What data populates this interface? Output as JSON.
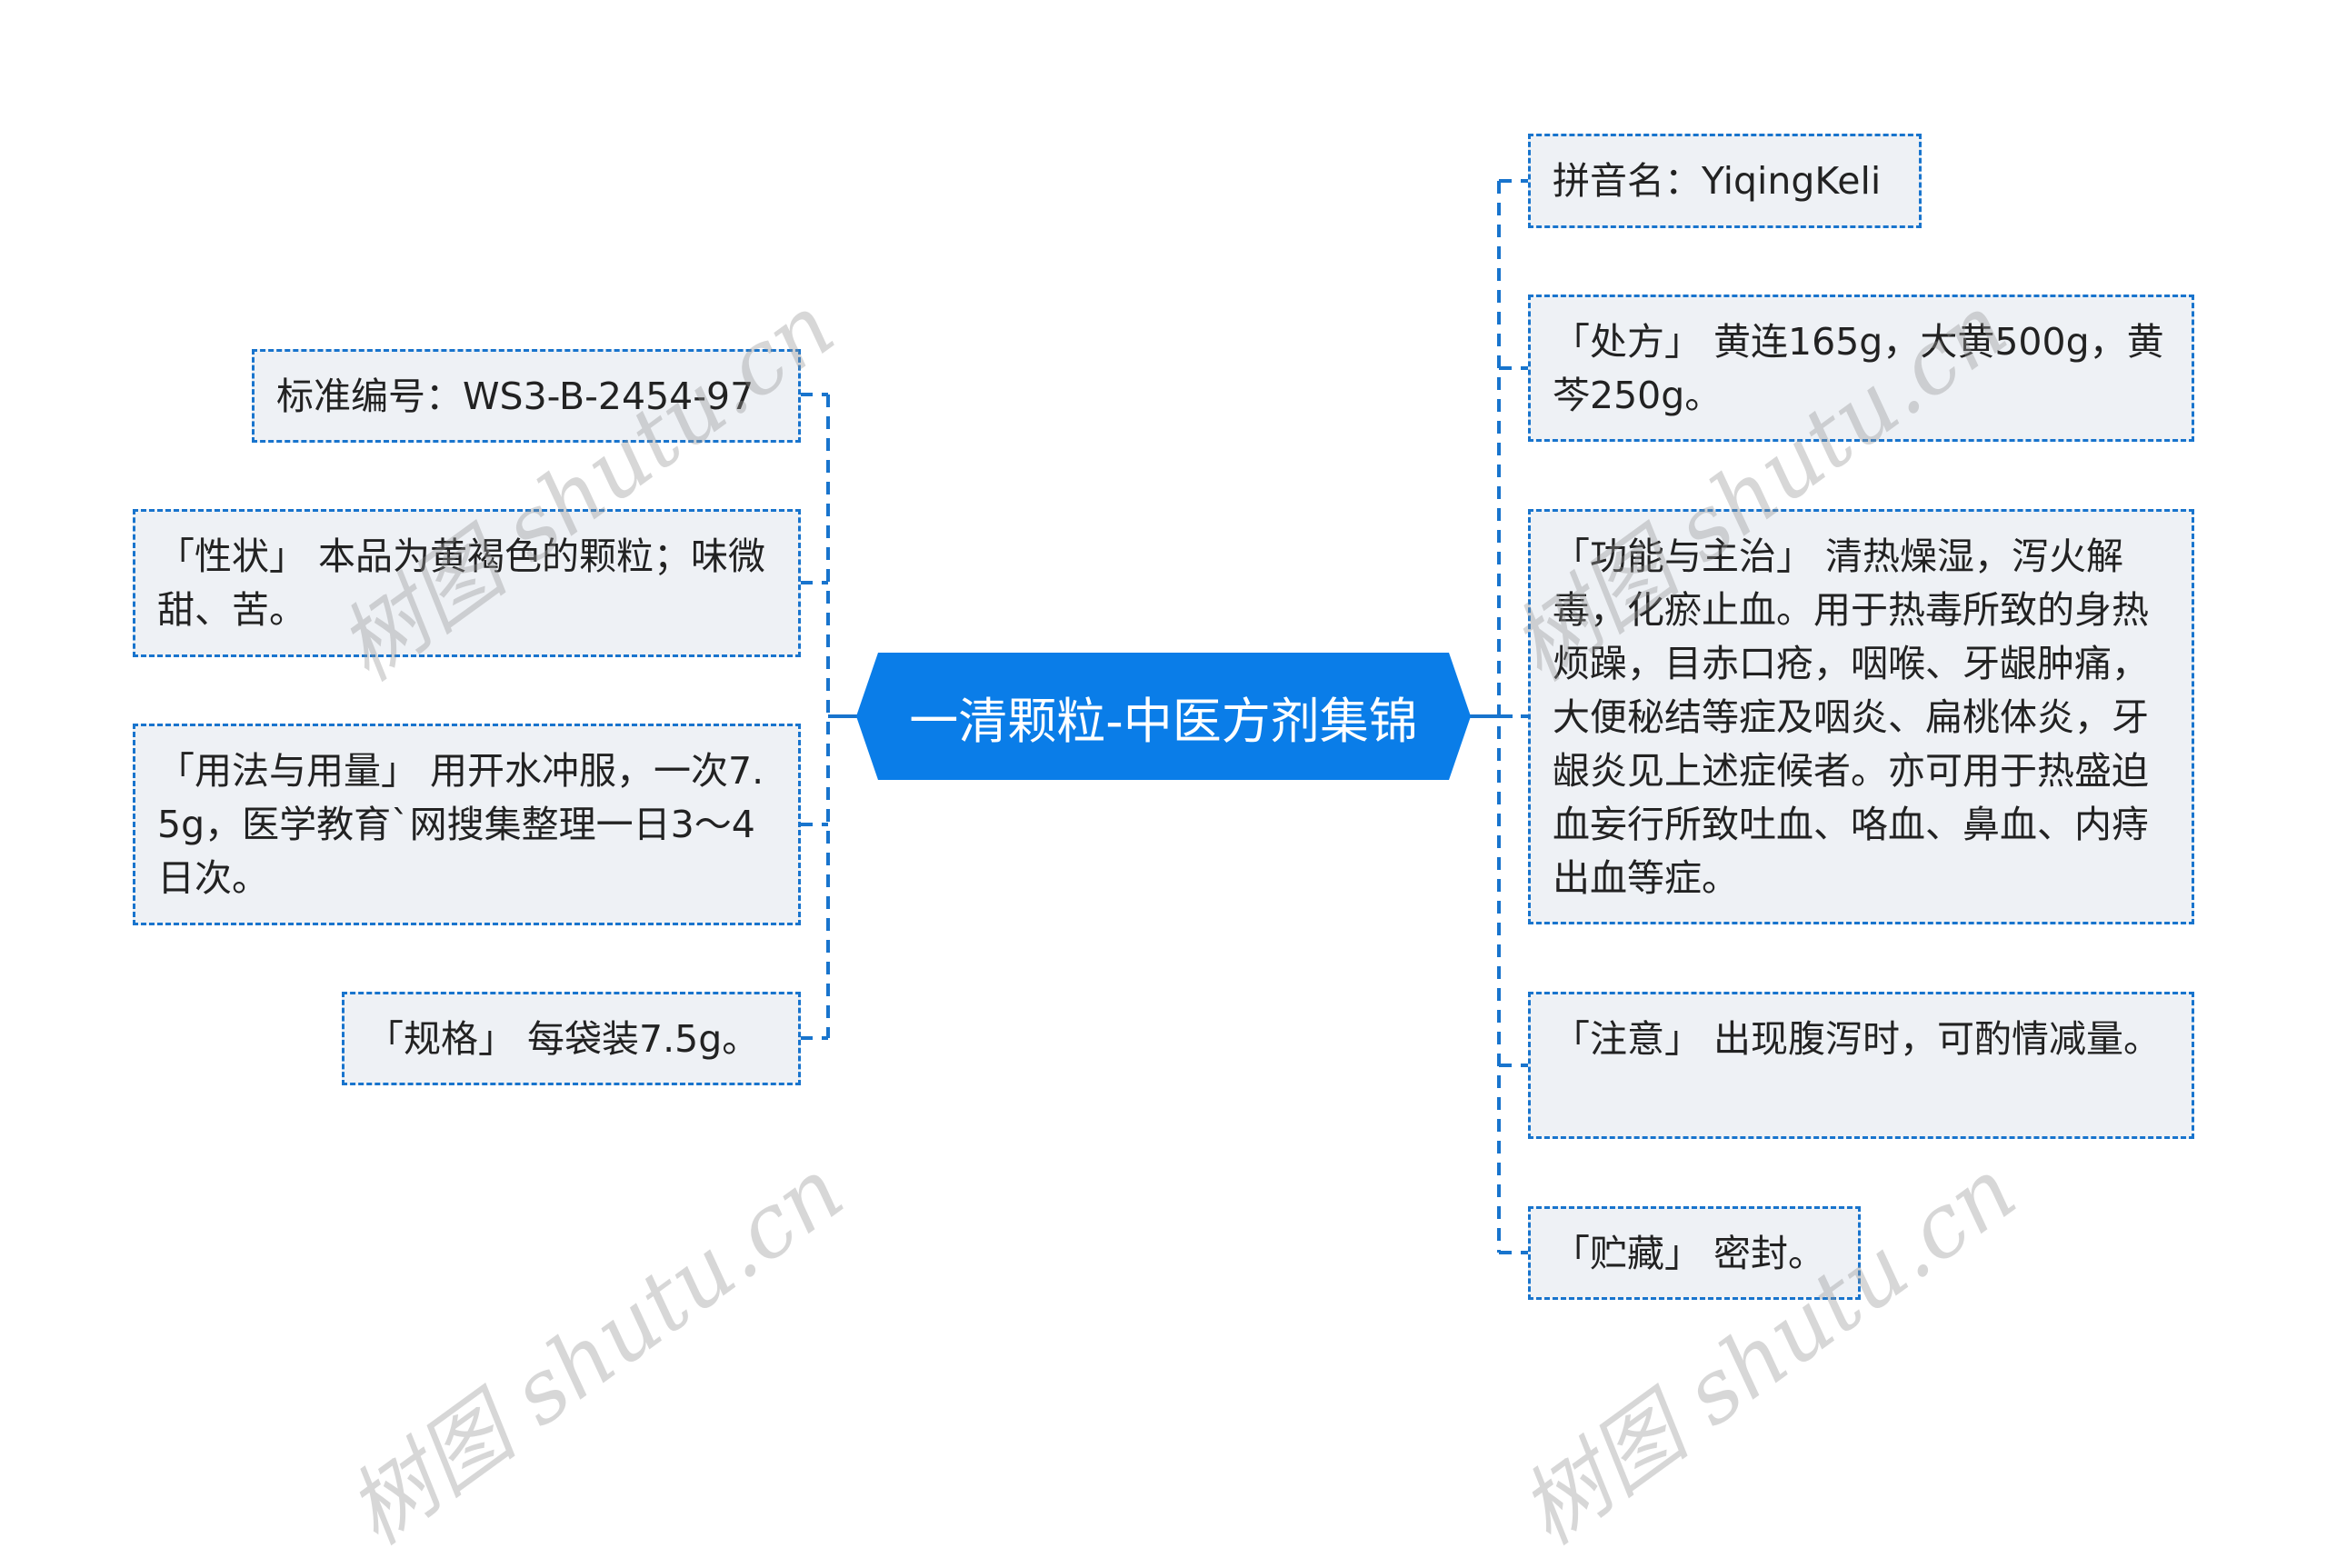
{
  "diagram": {
    "type": "mind-map",
    "root": {
      "label": "一清颗粒-中医方剂集锦",
      "color": "#0a7de8"
    },
    "left_branches": [
      {
        "label": "标准编号：WS3-B-2454-97"
      },
      {
        "label": "「性状」 本品为黄褐色的颗粒；味微甜、苦。"
      },
      {
        "label": "「用法与用量」 用开水冲服，一次7.5g，医学教育`网搜集整理一日3～4日次。"
      },
      {
        "label": "「规格」 每袋装7.5g。"
      }
    ],
    "right_branches": [
      {
        "label": "拼音名：YiqingKeli"
      },
      {
        "label": "「处方」 黄连165g，大黄500g，黄芩250g。"
      },
      {
        "label": "「功能与主治」 清热燥湿，泻火解毒，化瘀止血。用于热毒所致的身热烦躁，目赤口疮，咽喉、牙龈肿痛，大便秘结等症及咽炎、扁桃体炎，牙龈炎见上述症候者。亦可用于热盛迫血妄行所致吐血、咯血、鼻血、内痔出血等症。"
      },
      {
        "label": "「注意」 出现腹泻时，可酌情减量。"
      },
      {
        "label": "「贮藏」 密封。"
      }
    ],
    "colors": {
      "node_fill": "#eef1f5",
      "node_border": "#1874cd",
      "connector": "#1874cd",
      "text": "#222222",
      "root_text": "#ffffff"
    }
  },
  "watermarks": [
    {
      "text": "树图 shutu.cn"
    },
    {
      "text": "树图 shutu.cn"
    },
    {
      "text": "树图 shutu.cn"
    },
    {
      "text": "树图 shutu.cn"
    }
  ]
}
